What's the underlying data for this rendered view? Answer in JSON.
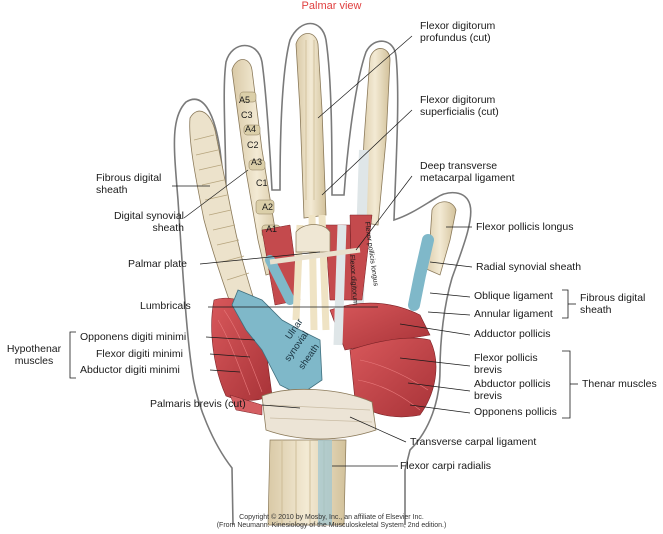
{
  "title": "Palmar view",
  "labels": {
    "fdp": [
      "Flexor digitorum",
      "profundus (cut)"
    ],
    "fds": [
      "Flexor digitorum",
      "superficialis (cut)"
    ],
    "dtml": [
      "Deep transverse",
      "metacarpal ligament"
    ],
    "fds_sheath": [
      "Fibrous digital",
      "sheath"
    ],
    "dig_syn": [
      "Digital synovial",
      "sheath"
    ],
    "fpl": "Flexor pollicis longus",
    "rad_syn": "Radial synovial sheath",
    "palmar_plate": "Palmar plate",
    "oblique": "Oblique ligament",
    "annular": "Annular ligament",
    "fds_thumb": [
      "Fibrous digital",
      "sheath"
    ],
    "lumbricals": "Lumbricals",
    "adductor": "Adductor pollicis",
    "hypothenar": [
      "Hypothenar",
      "muscles"
    ],
    "odm": "Opponens digiti minimi",
    "fdm": "Flexor digiti minimi",
    "adm": "Abductor digiti minimi",
    "fpb": [
      "Flexor pollicis",
      "brevis"
    ],
    "apb": [
      "Abductor pollicis",
      "brevis"
    ],
    "op": "Opponens pollicis",
    "thenar": "Thenar muscles",
    "palmaris": "Palmaris brevis (cut)",
    "tcl": "Transverse carpal ligament",
    "fcr": "Flexor carpi radialis"
  },
  "pulleys": [
    "A5",
    "C3",
    "A4",
    "C2",
    "A3",
    "C1",
    "A2",
    "A1"
  ],
  "sheath_labels": {
    "ulnar": [
      "Ulnar",
      "synovial",
      "sheath"
    ],
    "fpl_tendon": "Flexor pollicis longus",
    "fds_tendon": "Flexor digitorum"
  },
  "copyright": [
    "Copyright © 2010 by Mosby, Inc., an affiliate of Elsevier Inc.",
    "(From Neumann: Kinesiology of the Musculoskeletal System, 2nd edition.)"
  ],
  "colors": {
    "muscle": "#c8474a",
    "muscle_dark": "#9e2f33",
    "tendon": "#efe3c4",
    "sheath": "#7fb8c9",
    "ligament": "#ece4d6",
    "outline": "#6b6b6b"
  }
}
